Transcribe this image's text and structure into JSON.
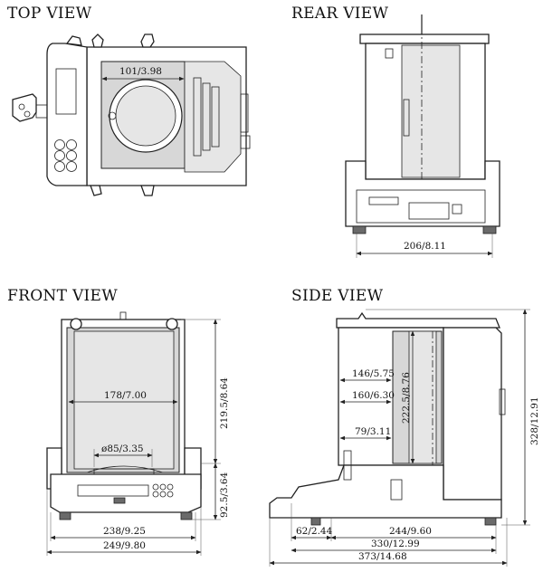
{
  "views": {
    "top": {
      "title": "TOP VIEW",
      "dims": {
        "pan_width": "101/3.98"
      }
    },
    "rear": {
      "title": "REAR VIEW",
      "dims": {
        "width": "206/8.11"
      }
    },
    "front": {
      "title": "FRONT VIEW",
      "dims": {
        "chamber_width": "178/7.00",
        "pan_diameter": "ø85/3.35",
        "chamber_height": "219.5/8.64",
        "base_height": "92.5/3.64",
        "inner_width": "238/9.25",
        "overall_width": "249/9.80"
      }
    },
    "side": {
      "title": "SIDE VIEW",
      "dims": {
        "depth_upper": "146/5.75",
        "depth_mid": "160/6.30",
        "depth_lower": "79/3.11",
        "chamber_height": "222.5/8.76",
        "overall_height": "328/12.91",
        "front_offset": "62/2.44",
        "base_depth": "244/9.60",
        "depth_330": "330/12.99",
        "overall_depth": "373/14.68"
      }
    }
  }
}
